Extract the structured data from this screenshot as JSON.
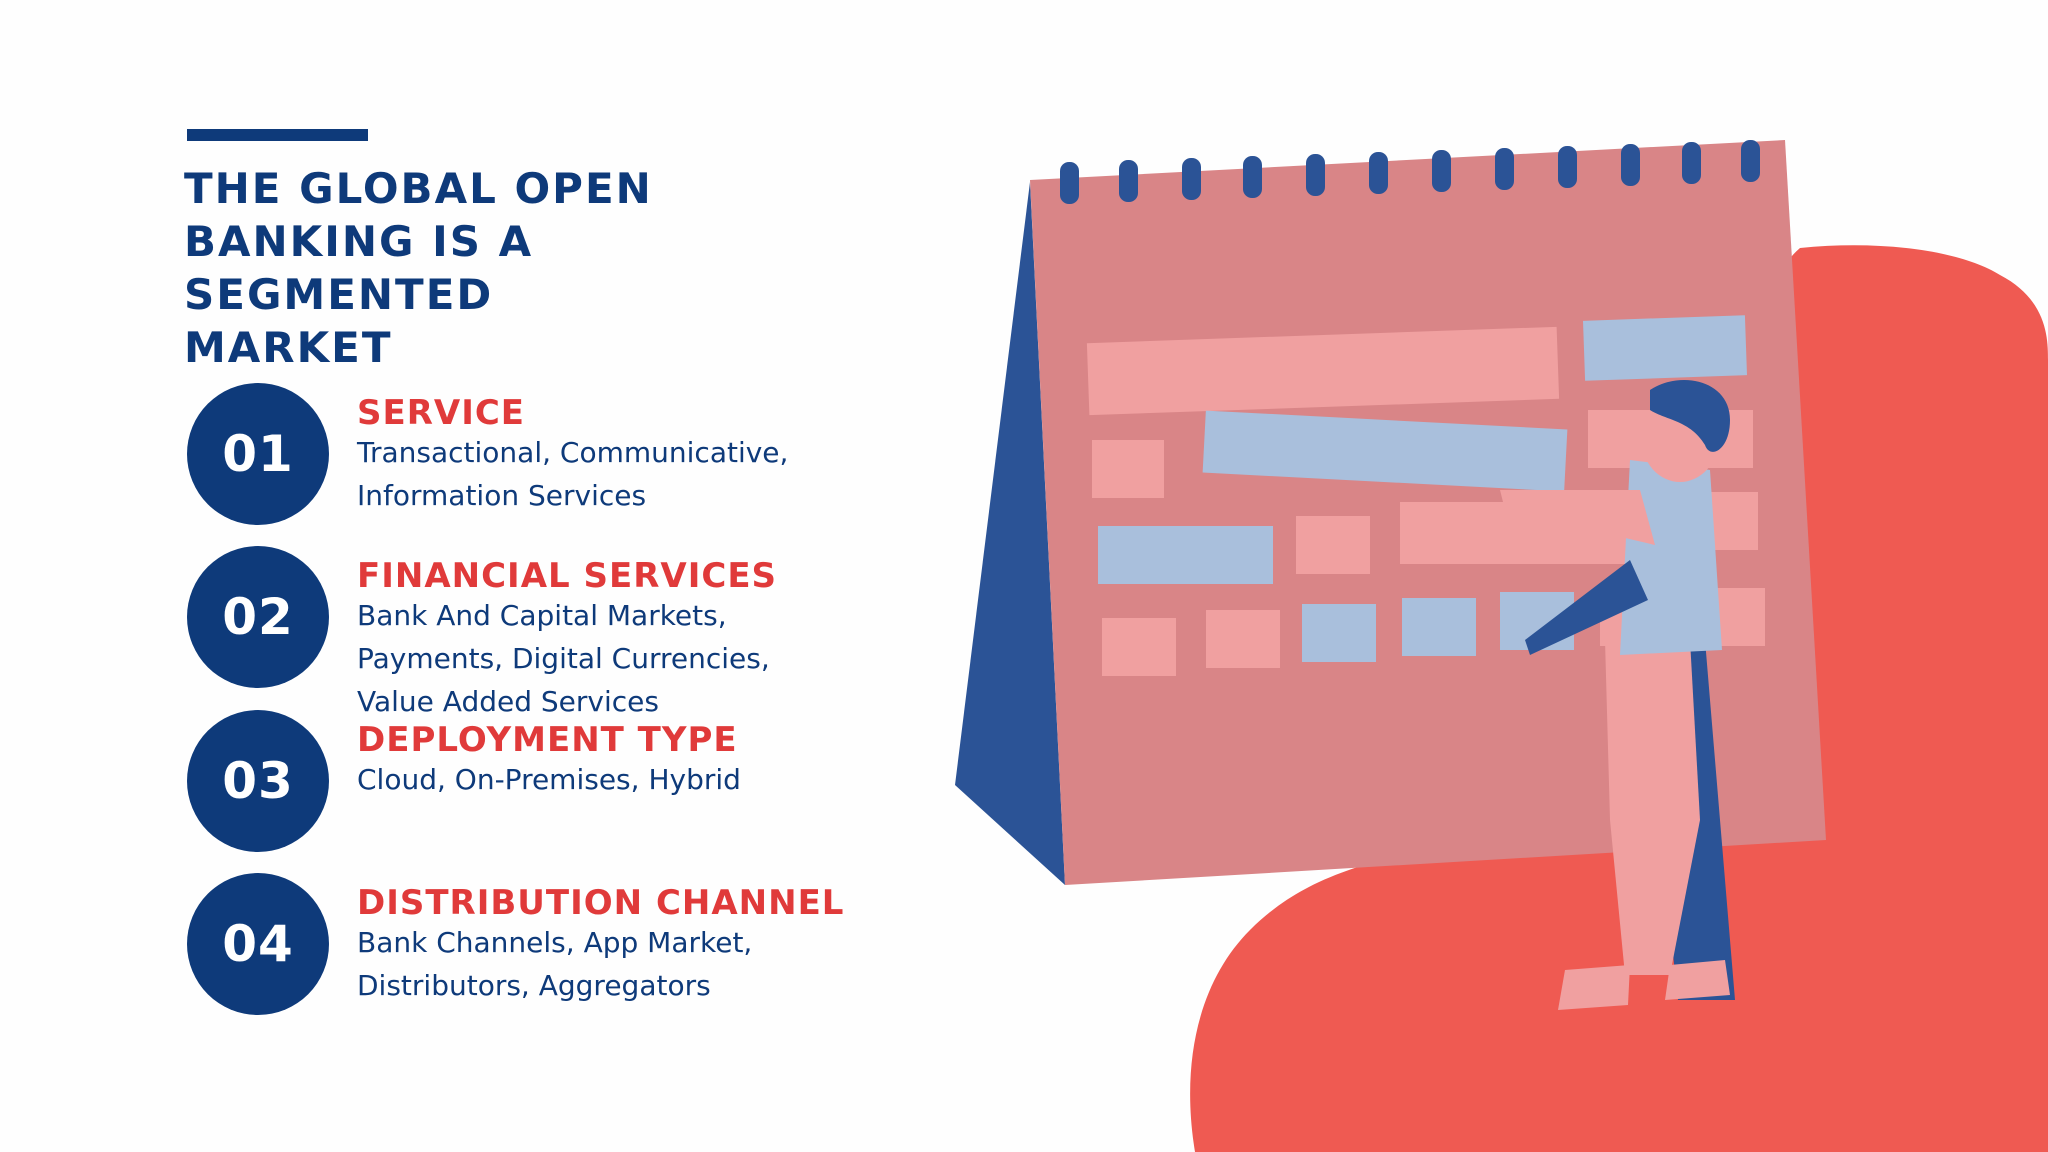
{
  "heading": "The Global Open Banking is a Segmented Market",
  "segments": [
    {
      "number": "01",
      "title": "Service",
      "description": "Transactional, Communicative, Information Services"
    },
    {
      "number": "02",
      "title": "Financial Services",
      "description": "Bank And Capital Markets, Payments, Digital Currencies, Value Added Services"
    },
    {
      "number": "03",
      "title": "Deployment Type",
      "description": "Cloud, On-Premises, Hybrid"
    },
    {
      "number": "04",
      "title": "Distribution Channel",
      "description": "Bank Channels, App Market, Distributors, Aggregators"
    }
  ],
  "colors": {
    "navy": "#0e3a7a",
    "red": "#e03a3a",
    "blob": "#ef5a52",
    "calendar": "#d98587",
    "calendar_side": "#2b5396",
    "cell_pink": "#f0a0a0",
    "cell_blue": "#a9bfdc"
  },
  "illustration": {
    "subject": "person-placing-block-on-calendar"
  }
}
